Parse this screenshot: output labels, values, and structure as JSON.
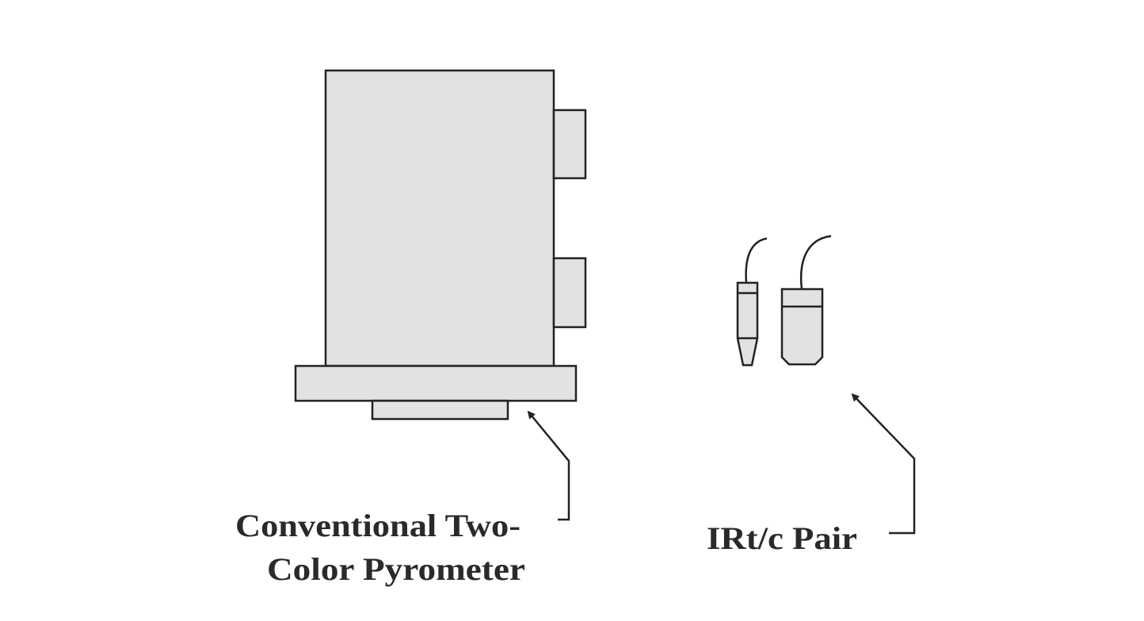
{
  "colors": {
    "stroke": "#222222",
    "fill": "#e1e2e3",
    "text": "#2a2a2a",
    "background": "#ffffff"
  },
  "labels": {
    "pyrometer_line1": "Conventional Two-",
    "pyrometer_line2": "Color Pyrometer",
    "irtc_pair": "IRt/c Pair"
  }
}
